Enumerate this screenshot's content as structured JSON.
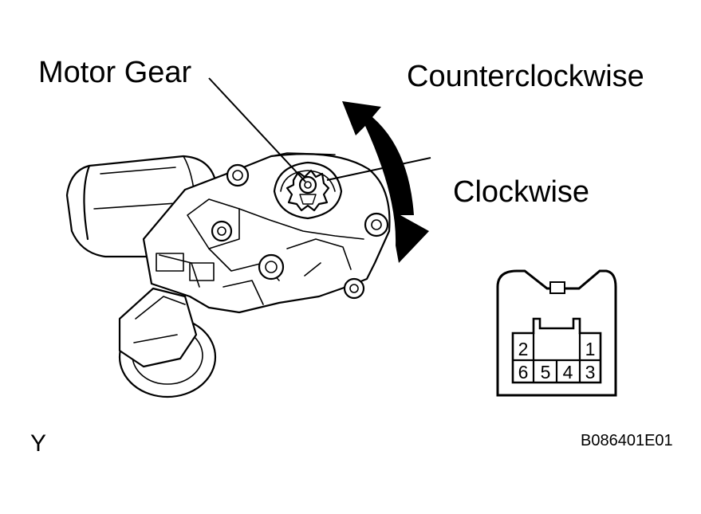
{
  "labels": {
    "motor_gear": "Motor Gear",
    "counterclockwise": "Counterclockwise",
    "clockwise": "Clockwise",
    "view": "Y",
    "figure_code": "B086401E01"
  },
  "connector": {
    "pins": [
      "2",
      "1",
      "6",
      "5",
      "4",
      "3"
    ]
  }
}
